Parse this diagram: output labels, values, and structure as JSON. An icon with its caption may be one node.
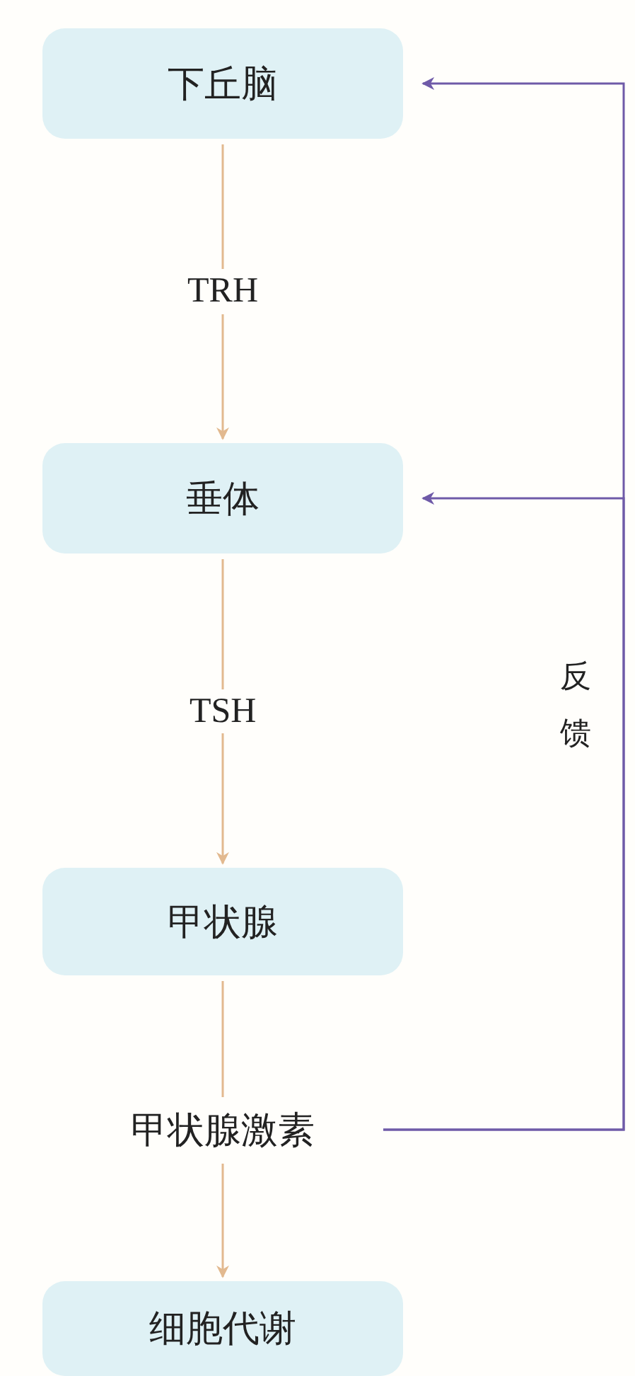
{
  "diagram": {
    "nodes": [
      {
        "text": [
          "下丘脑"
        ]
      },
      {
        "text": [
          "垂体"
        ]
      },
      {
        "text": [
          "甲状腺"
        ]
      },
      {
        "text": [
          "甲状腺激素"
        ]
      },
      {
        "text": [
          "细胞代谢"
        ]
      }
    ],
    "edges": [
      {
        "from": 0,
        "to": 1,
        "arrow": "to",
        "label": "TRH"
      },
      {
        "from": 1,
        "to": 2,
        "arrow": "to",
        "label": "TSH"
      },
      {
        "from": 2,
        "to": 3,
        "arrow": "none"
      },
      {
        "from": 3,
        "to": 4,
        "arrow": "to"
      },
      {
        "from": 3,
        "to": 0,
        "arrow": "to",
        "color": "#6f5aa8",
        "label": "反馈"
      },
      {
        "from": 3,
        "to": 1,
        "arrow": "to",
        "color": "#6f5aa8"
      }
    ]
  }
}
